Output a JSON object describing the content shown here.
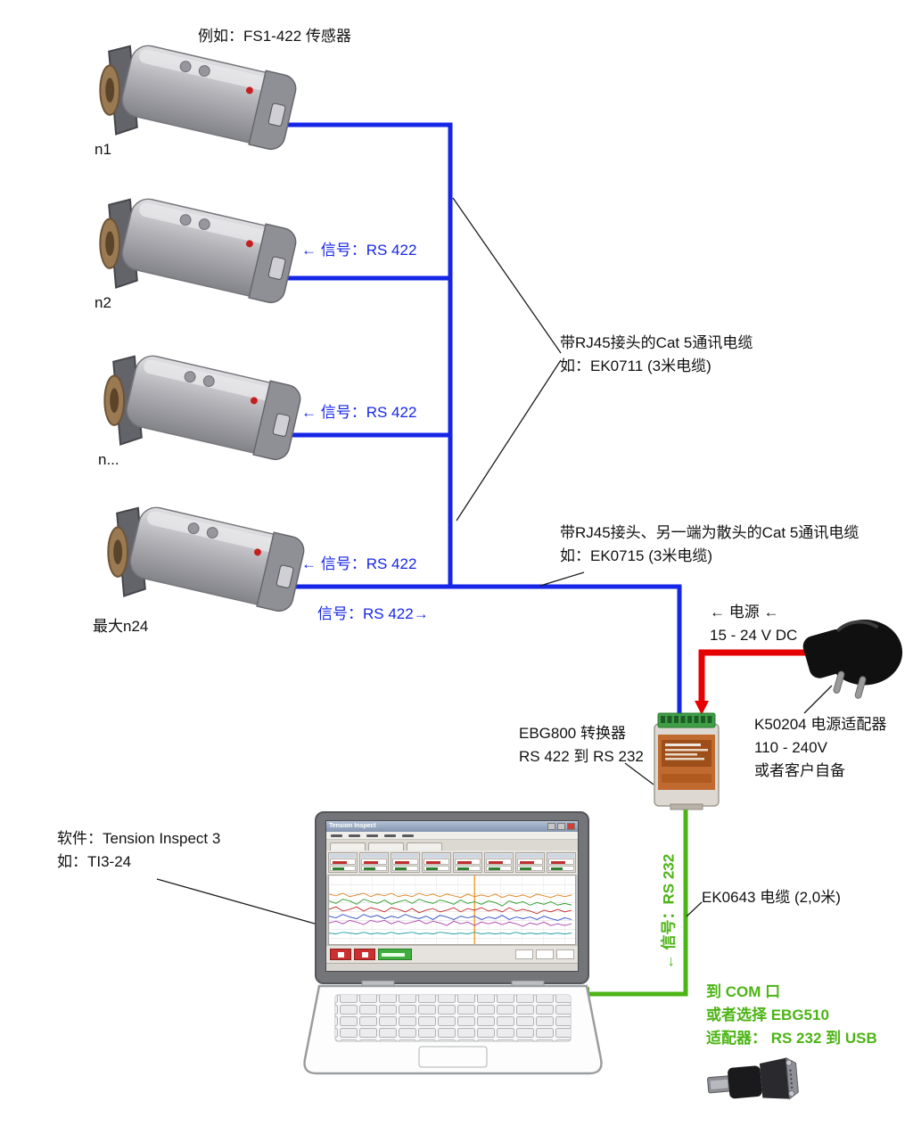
{
  "colors": {
    "signal_blue": "#1626e6",
    "power_red": "#e60000",
    "rs232_green": "#4cb414"
  },
  "title": "例如：FS1-422 传感器",
  "sensors": [
    {
      "label": "n1"
    },
    {
      "label": "n2"
    },
    {
      "label": "n..."
    },
    {
      "label": "最大n24"
    }
  ],
  "signals": {
    "rs422_sensor2": "← 信号：RS 422",
    "rs422_sensor3": "← 信号：RS 422",
    "rs422_sensor4": "← 信号：RS 422",
    "rs422_out": "信号：RS 422→",
    "rs232_vertical": "← 信号：RS 232"
  },
  "cable_rj45": {
    "line1": "带RJ45接头的Cat 5通讯电缆",
    "line2": "如：EK0711 (3米电缆)"
  },
  "cable_open_end": {
    "line1": "带RJ45接头、另一端为散头的Cat 5通讯电缆",
    "line2": "如：EK0715 (3米电缆)"
  },
  "power": {
    "direction": "← 电源 ←",
    "voltage": "15 - 24 V DC",
    "adapter": {
      "line1": "K50204  电源适配器",
      "line2": "110 - 240V",
      "line3": "或者客户自备"
    }
  },
  "converter": {
    "line1": "EBG800 转换器",
    "line2": "RS 422 到 RS 232"
  },
  "rs232_cable": "EK0643 电缆 (2,0米)",
  "software": {
    "line1": "软件：Tension Inspect 3",
    "line2": "如：TI3-24",
    "window_title": "Tension Inspect"
  },
  "com_port": {
    "line1": "到 COM 口",
    "line2": "或者选择 EBG510",
    "line3": "适配器：  RS 232 到 USB"
  }
}
